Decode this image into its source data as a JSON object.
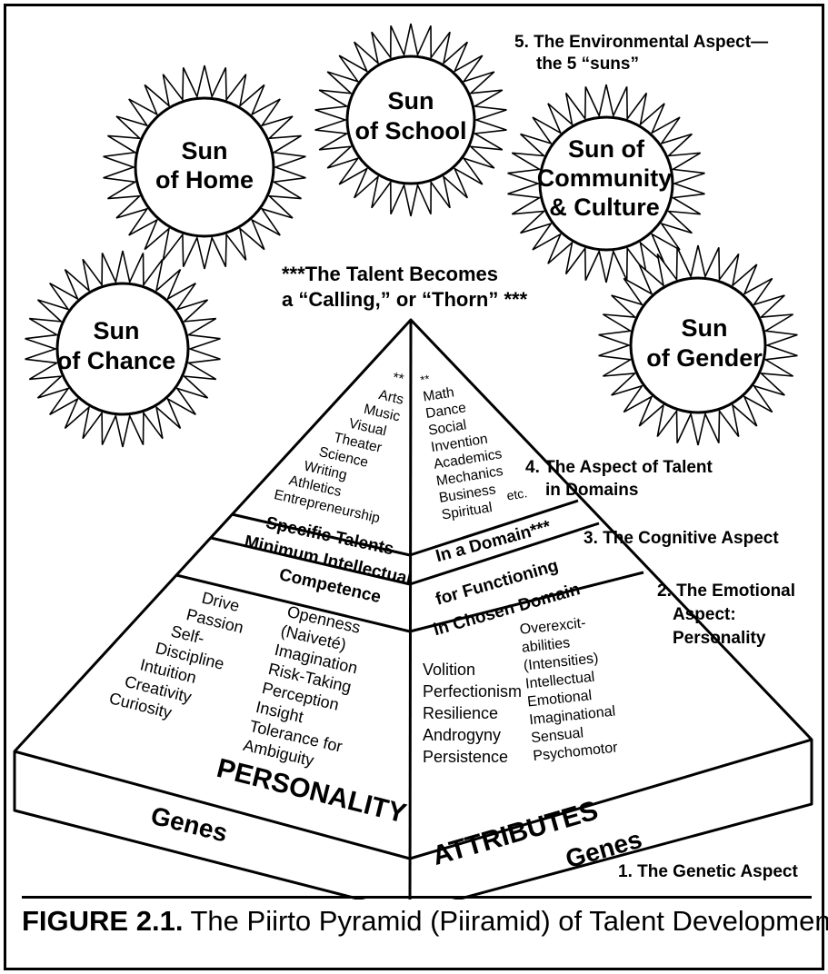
{
  "suns": {
    "home": {
      "line1": "Sun",
      "line2": "of Home"
    },
    "school": {
      "line1": "Sun",
      "line2": "of School"
    },
    "community": {
      "line1": "Sun of",
      "line2": "Community",
      "line3": "& Culture"
    },
    "chance": {
      "line1": "Sun",
      "line2": "of Chance"
    },
    "gender": {
      "line1": "Sun",
      "line2": "of Gender"
    }
  },
  "calling": {
    "line1": "***The Talent Becomes",
    "line2": "a “Calling,” or “Thorn” ***"
  },
  "aspects": {
    "environmental": {
      "line1": "5. The Environmental Aspect—",
      "line2": "the 5 “suns”"
    },
    "talent": {
      "line1": "4. The Aspect of Talent",
      "line2": "in Domains"
    },
    "cognitive": "3. The Cognitive Aspect",
    "emotional": {
      "line1": "2. The Emotional",
      "line2": "Aspect:",
      "line3": "Personality"
    },
    "genetic": "1. The Genetic Aspect"
  },
  "talents_left": {
    "stars": "**",
    "items": [
      "Arts",
      "Music",
      "Visual",
      "Theater",
      "Science",
      "Writing",
      "Athletics",
      "Entrepreneurship"
    ]
  },
  "talents_right": {
    "stars": "**",
    "items": [
      "Math",
      "Dance",
      "Social",
      "Invention",
      "Academics",
      "Mechanics",
      "Business",
      "Spiritual"
    ],
    "etc": "etc."
  },
  "bands": {
    "specific_talents": "Specific Talents",
    "in_a_domain": "In a Domain***",
    "min_intellectual": "Minimum Intellectual",
    "competence": "Competence",
    "for_functioning": "for Functioning",
    "in_chosen_domain": "in Chosen Domain"
  },
  "personality_left_col1": [
    "Drive",
    "Passion",
    "Self-",
    "Discipline",
    "Intuition",
    "Creativity",
    "Curiosity"
  ],
  "personality_left_col2": [
    "Openness",
    "(Naiveté)",
    "Imagination",
    "Risk-Taking",
    "Perception",
    "Insight",
    "Tolerance for",
    "Ambiguity"
  ],
  "attributes_right_col1": [
    "Volition",
    "Perfectionism",
    "Resilience",
    "Androgyny",
    "Persistence"
  ],
  "attributes_right_col2": [
    "Overexcit-",
    "abilities",
    "(Intensities)",
    "Intellectual",
    "Emotional",
    "Imaginational",
    "Sensual",
    "Psychomotor"
  ],
  "base": {
    "personality": "PERSONALITY",
    "attributes": "ATTRIBUTES",
    "genes_left": "Genes",
    "genes_right": "Genes"
  },
  "caption": {
    "label": "FIGURE 2.1.",
    "text": " The Piirto Pyramid (Piiramid) of Talent Development."
  }
}
